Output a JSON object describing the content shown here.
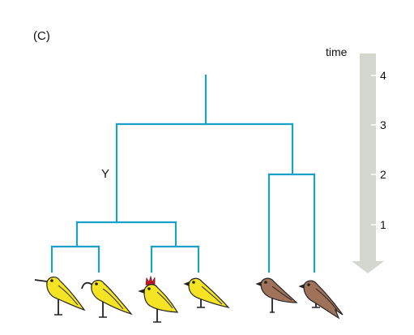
{
  "panel_label": "(C)",
  "node_label": "Y",
  "time_axis": {
    "title": "time",
    "ticks": [
      "4",
      "3",
      "2",
      "1"
    ]
  },
  "colors": {
    "branch": "#1aa0c9",
    "yellow_bird": "#f5e423",
    "brown_bird": "#a0725a",
    "arrow": "#d3d7d0"
  },
  "leaves": [
    {
      "icon": "long-billed-yellow-bird-icon"
    },
    {
      "icon": "curved-billed-yellow-bird-icon"
    },
    {
      "icon": "crested-yellow-bird-icon"
    },
    {
      "icon": "short-billed-yellow-bird-icon"
    },
    {
      "icon": "perched-brown-bird-icon"
    },
    {
      "icon": "swallow-tailed-brown-bird-icon"
    }
  ]
}
